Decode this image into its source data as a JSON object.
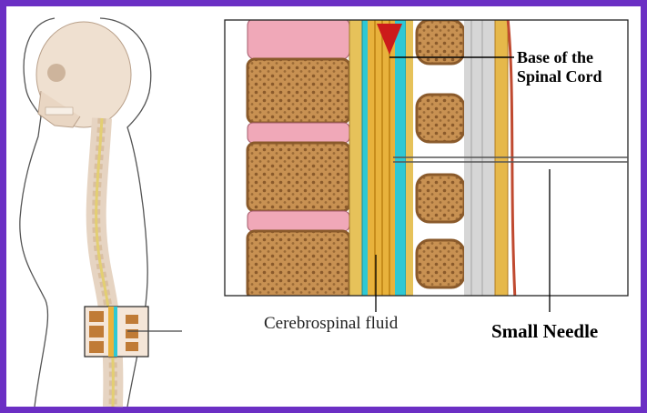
{
  "labels": {
    "base_line1": "Base of the",
    "base_line2": "Spinal Cord",
    "csf": "Cerebrospinal fluid",
    "needle": "Small Needle"
  },
  "colors": {
    "frame_border": "#6b2fc4",
    "bone": "#c89152",
    "bone_dark": "#8a5a2b",
    "disc": "#f0a8b8",
    "cord": "#e8b23c",
    "csf": "#2ec8d4",
    "marker": "#cc1a1a"
  }
}
